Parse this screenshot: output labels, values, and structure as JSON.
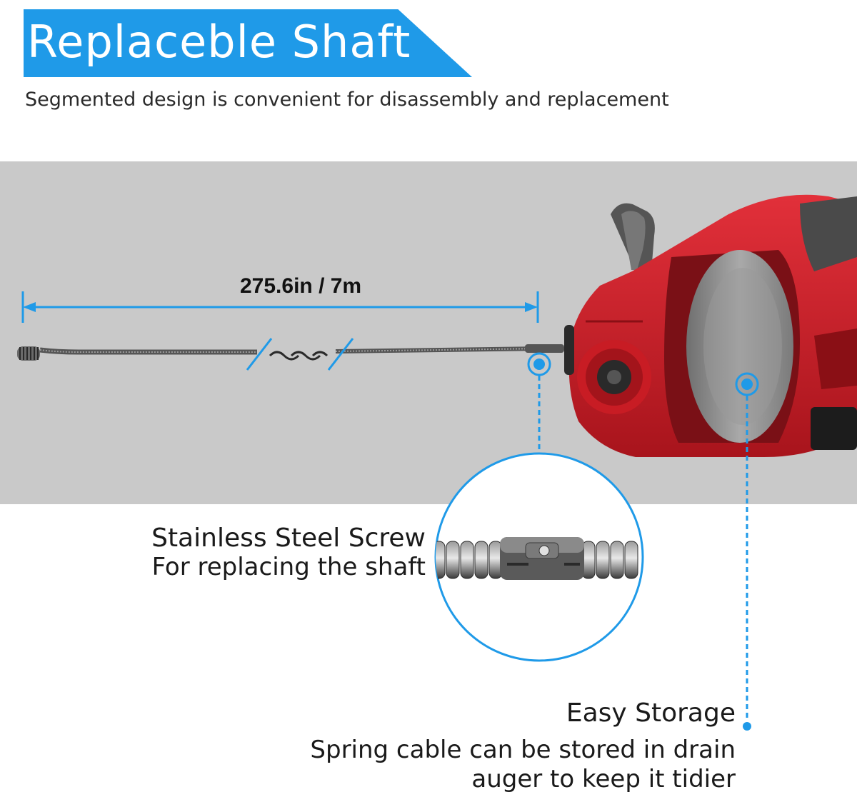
{
  "banner": {
    "title": "Replaceble Shaft"
  },
  "subtitle": "Segmented design is convenient for disassembly and replacement",
  "measurement": {
    "label": "275.6in / 7m"
  },
  "callouts": [
    {
      "title": "Stainless Steel Screw",
      "description": "For replacing the shaft"
    },
    {
      "title": "Easy Storage",
      "description": "Spring cable can be stored in drain auger to keep it tidier"
    }
  ],
  "colors": {
    "accent": "#1f9ae8",
    "band": "#c9c9c9",
    "tool_red": "#d8222a",
    "drum_gray": "#8e8e8e"
  },
  "icons": {
    "break_mark": "~~~"
  }
}
